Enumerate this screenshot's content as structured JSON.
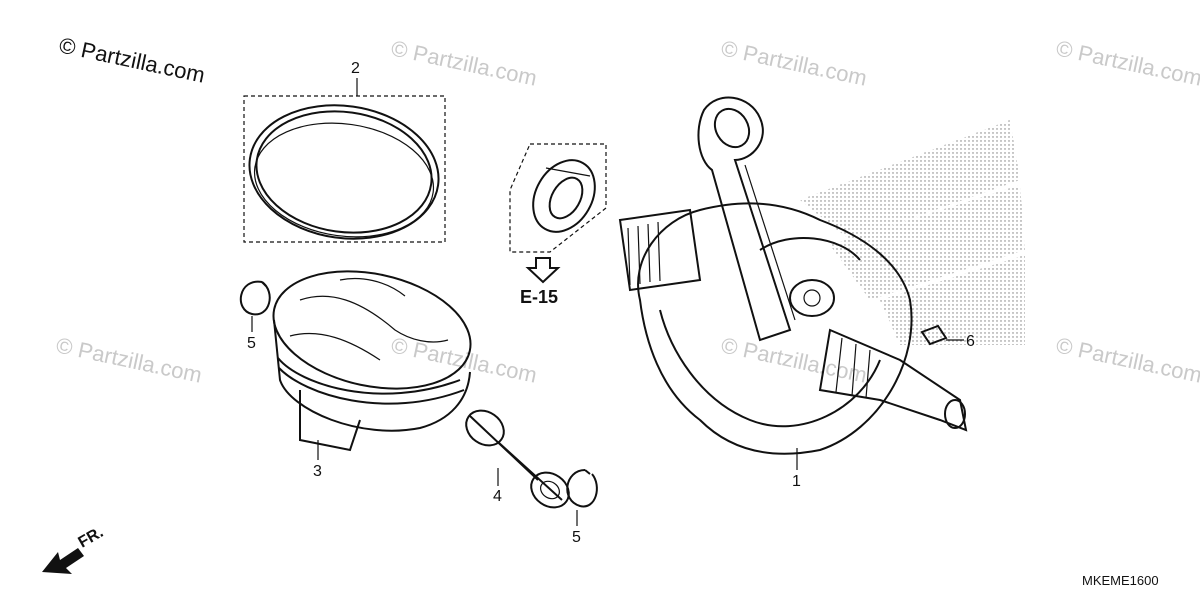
{
  "copyright": "© Partzilla.com",
  "watermarks": [
    "© Partzilla.com",
    "© Partzilla.com",
    "© Partzilla.com",
    "© Partzilla.com",
    "© Partzilla.com",
    "© Partzilla.com",
    "© Partzilla.com",
    "© Partzilla.com"
  ],
  "callouts": {
    "crankshaft": "1",
    "piston_ring_set": "2",
    "piston": "3",
    "piston_pin": "4",
    "clip_left": "5",
    "clip_right": "5",
    "woodruff_key": "6"
  },
  "reference": "E-15",
  "direction_label": "FR.",
  "diagram_code": "MKEME1600"
}
